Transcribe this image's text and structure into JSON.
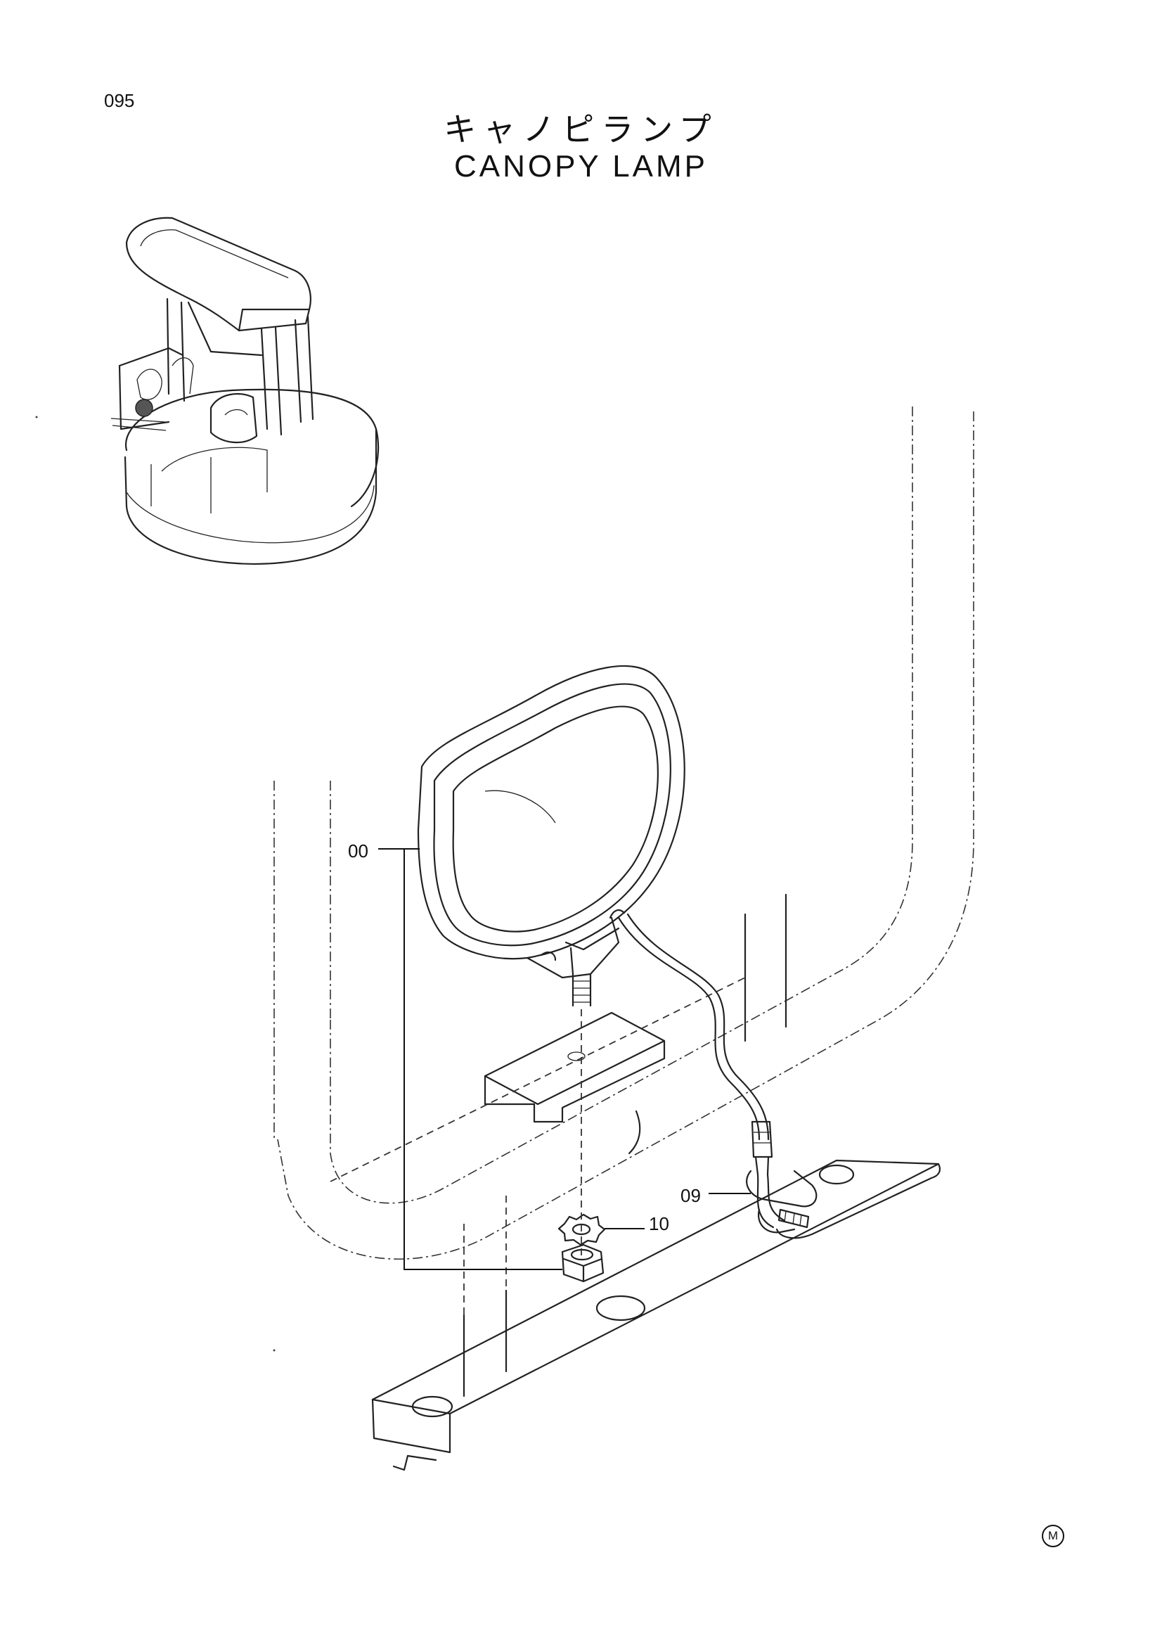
{
  "page_code": "095",
  "title_jp": "キャノピランプ",
  "title_en": "CANOPY LAMP",
  "callouts": {
    "c00": "00",
    "c09": "09",
    "c10": "10"
  },
  "corner_mark": "M"
}
